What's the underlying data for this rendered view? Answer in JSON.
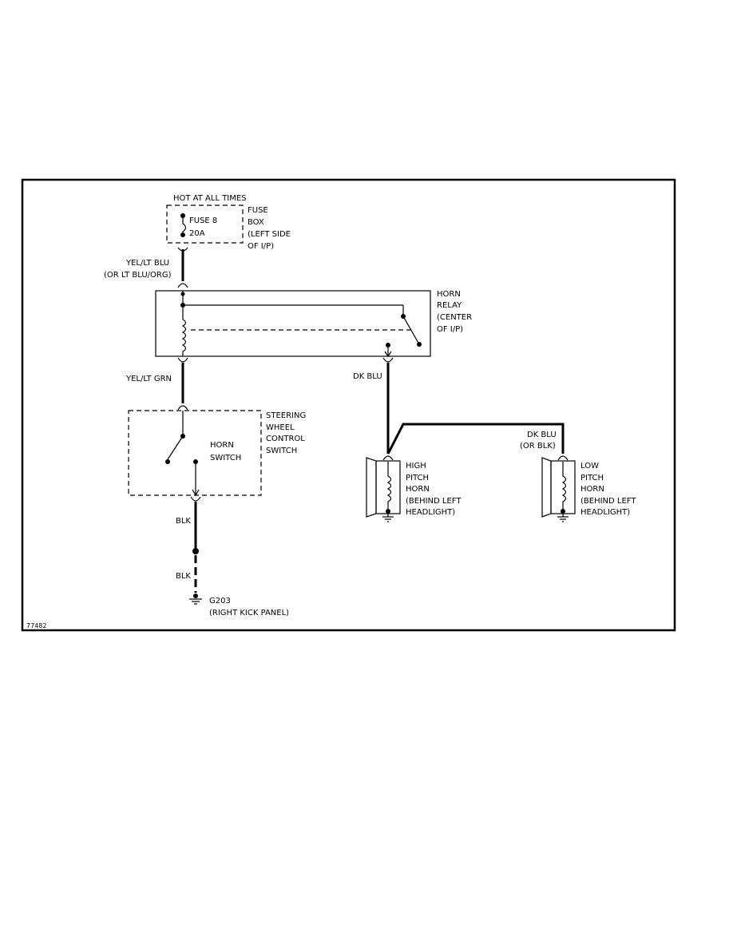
{
  "source": {
    "label": "HOT AT ALL TIMES"
  },
  "fuse_box": {
    "fuse_name": "FUSE 8",
    "fuse_rating": "20A",
    "label_lines": [
      "FUSE",
      "BOX",
      "(LEFT SIDE",
      "OF I/P)"
    ]
  },
  "wires": {
    "feed_color": "YEL/LT BLU",
    "feed_alt": "(OR LT BLU/ORG)",
    "switch_feed": "YEL/LT GRN",
    "relay_out": "DK BLU",
    "low_horn_feed": "DK BLU",
    "low_horn_alt": "(OR BLK)",
    "ground_upper": "BLK",
    "ground_lower": "BLK"
  },
  "horn_relay": {
    "label_lines": [
      "HORN",
      "RELAY",
      "(CENTER",
      "OF I/P)"
    ]
  },
  "steering_switch": {
    "label_lines": [
      "STEERING",
      "WHEEL",
      "CONTROL",
      "SWITCH"
    ],
    "horn_switch_lines": [
      "HORN",
      "SWITCH"
    ]
  },
  "high_horn": {
    "label_lines": [
      "HIGH",
      "PITCH",
      "HORN",
      "(BEHIND LEFT",
      "HEADLIGHT)"
    ]
  },
  "low_horn": {
    "label_lines": [
      "LOW",
      "PITCH",
      "HORN",
      "(BEHIND LEFT",
      "HEADLIGHT)"
    ]
  },
  "ground": {
    "id": "G203",
    "location": "(RIGHT KICK PANEL)"
  },
  "figure_id": "77482"
}
